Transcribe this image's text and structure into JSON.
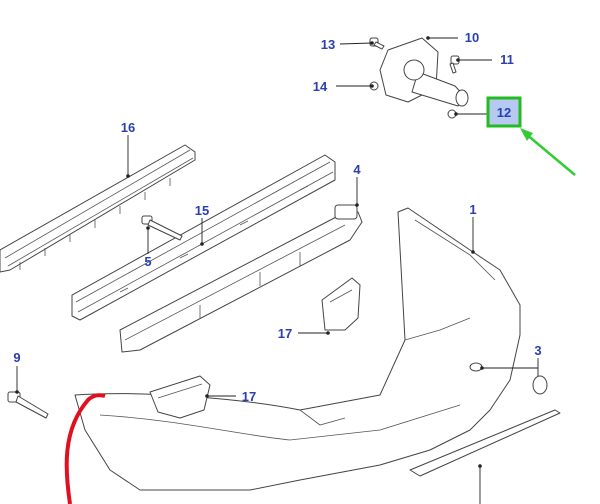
{
  "diagram": {
    "callouts": [
      {
        "id": "13",
        "text": "13"
      },
      {
        "id": "10",
        "text": "10"
      },
      {
        "id": "11",
        "text": "11"
      },
      {
        "id": "14",
        "text": "14"
      },
      {
        "id": "12",
        "text": "12"
      },
      {
        "id": "16",
        "text": "16"
      },
      {
        "id": "4",
        "text": "4"
      },
      {
        "id": "15",
        "text": "15"
      },
      {
        "id": "1",
        "text": "1"
      },
      {
        "id": "5",
        "text": "5"
      },
      {
        "id": "17a",
        "text": "17"
      },
      {
        "id": "9",
        "text": "9"
      },
      {
        "id": "3",
        "text": "3"
      },
      {
        "id": "17b",
        "text": "17"
      }
    ],
    "highlight": {
      "callout": "12",
      "box_color": "#22bb22",
      "arrow_color": "#33cc33"
    },
    "colors": {
      "callout_text": "#2a3fb0",
      "highlight_fill": "#a8c0ee",
      "trim_line": "#e01020"
    }
  }
}
